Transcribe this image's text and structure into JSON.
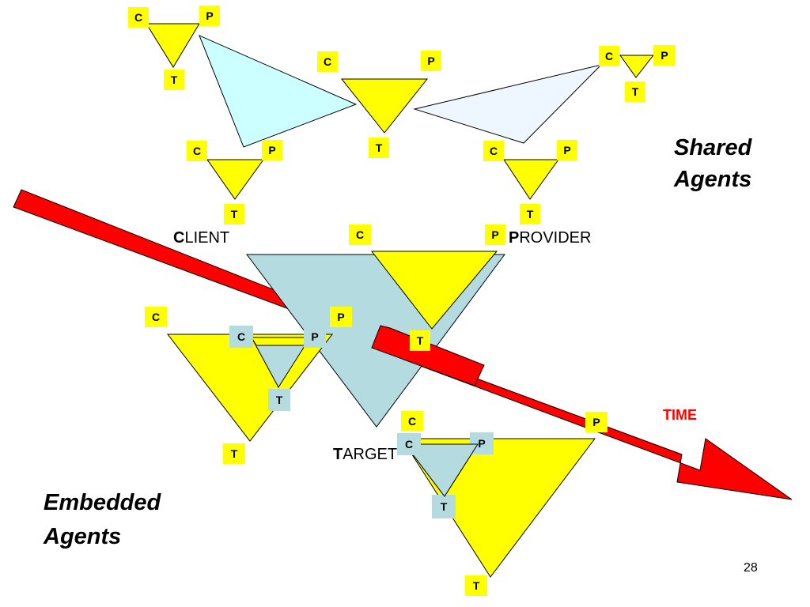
{
  "labels": {
    "c": "C",
    "p": "P",
    "t": "T"
  },
  "roles": {
    "client_initial": "C",
    "client_rest": "LIENT",
    "provider_initial": "P",
    "provider_rest": "ROVIDER",
    "target_initial": "T",
    "target_rest": "ARGET"
  },
  "headings": {
    "shared_line1": "Shared",
    "shared_line2": "Agents",
    "embedded_line1": "Embedded",
    "embedded_line2": "Agents"
  },
  "time_label": "TIME",
  "page_number": "28",
  "colors": {
    "yellow": "#ffff00",
    "light_cyan": "#ccffff",
    "pale_blue": "#eef6ff",
    "steel_blue": "#b4dce0",
    "arrow_red": "#ff0000",
    "time_text": "#ff0000"
  }
}
